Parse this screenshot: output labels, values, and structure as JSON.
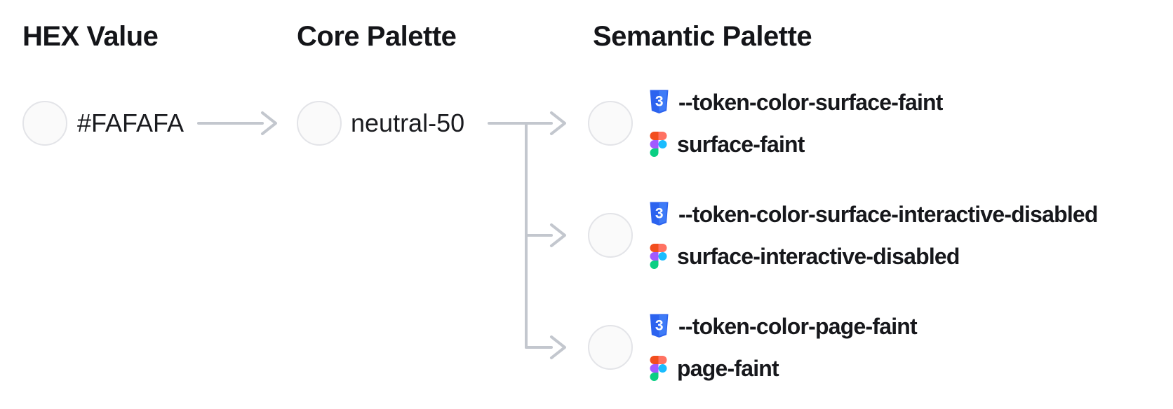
{
  "headings": {
    "hex": "HEX Value",
    "core": "Core Palette",
    "semantic": "Semantic Palette"
  },
  "hex": {
    "value": "#FAFAFA",
    "swatch_color": "#FAFAFA"
  },
  "core": {
    "name": "neutral-50",
    "swatch_color": "#FAFAFA"
  },
  "semantic": {
    "swatch_color": "#FAFAFA",
    "tokens": [
      {
        "css_variable": "--token-color-surface-faint",
        "figma_style": "surface-faint"
      },
      {
        "css_variable": "--token-color-surface-interactive-disabled",
        "figma_style": "surface-interactive-disabled"
      },
      {
        "css_variable": "--token-color-page-faint",
        "figma_style": "page-faint"
      }
    ]
  },
  "icons": {
    "css": "css3-shield-icon",
    "figma": "figma-logo-icon"
  },
  "colors": {
    "swatch_fill": "#FAFAFA",
    "swatch_border": "#E3E4E8",
    "connector_gray": "#C3C7CE",
    "text_dark": "#17181C",
    "css_icon_blue": "#2C63EF",
    "css_icon_blue_light": "#3E7BF7",
    "figma_orange": "#F24E1E",
    "figma_salmon": "#FF7262",
    "figma_purple": "#A259FF",
    "figma_blue": "#1ABCFE",
    "figma_green": "#0ACF83"
  }
}
